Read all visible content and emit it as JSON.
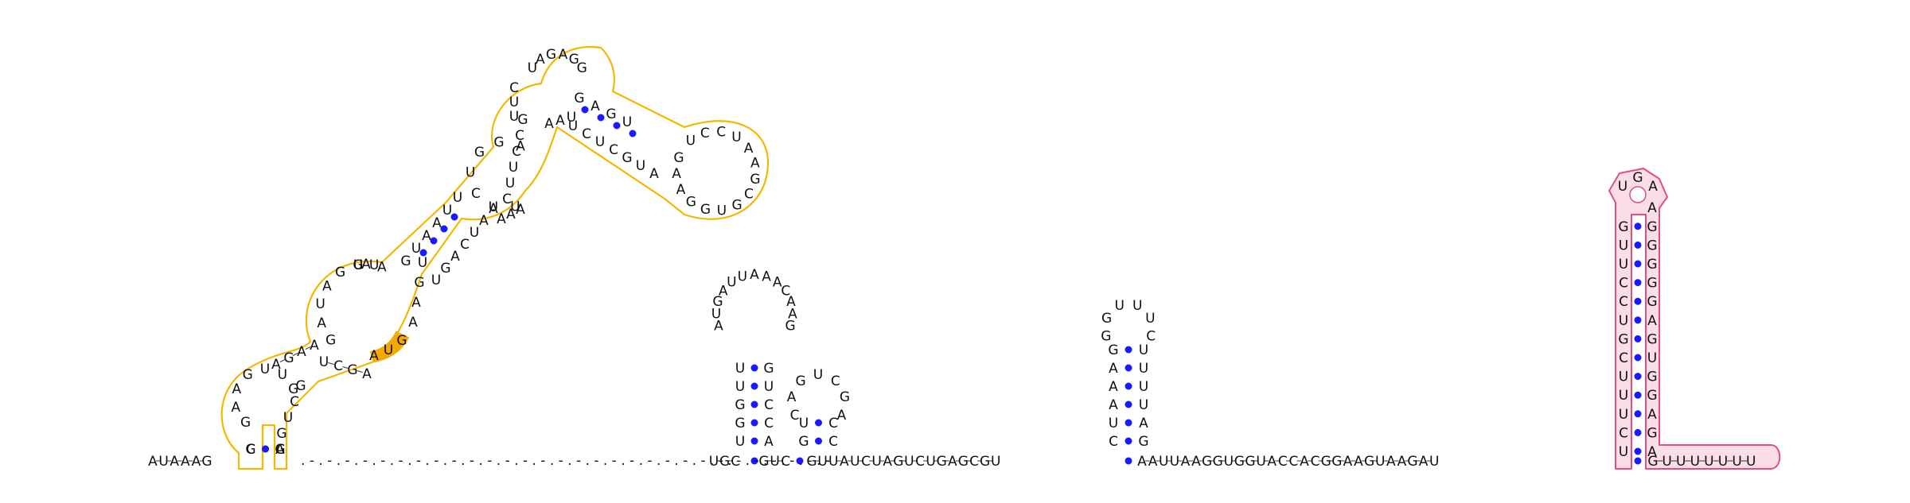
{
  "diagram": {
    "type": "rna-secondary-structure",
    "colors": {
      "pair_dot": "#1a1aff",
      "domain_outline": "#f5b800",
      "domain_highlight": "#f5a800",
      "terminator_outline": "#e0507a",
      "terminator_fill": "#fbdde6",
      "text": "#111111"
    },
    "backbone_5prime": [
      "A",
      "U",
      "A",
      "A",
      "A",
      "G"
    ],
    "unpaired_gap_label": ". - . - . - . - . - . - . - . - . - . - . - . - . - . - . - . - . - . - . - . - . - . - . - . - . - . - . - . - . - . -",
    "linker_1": [
      "U",
      "G",
      "C"
    ],
    "linker_2": [
      "G",
      "U",
      "C"
    ],
    "linker_3": [
      "G",
      "U",
      "U",
      "A",
      "U",
      "C",
      "U",
      "A",
      "G",
      "U",
      "C",
      "U",
      "G",
      "A",
      "G",
      "C",
      "G",
      "U"
    ],
    "linker_4": [
      "A",
      "A",
      "U",
      "U",
      "A",
      "A",
      "G",
      "G",
      "U",
      "G",
      "G",
      "U",
      "A",
      "C",
      "C",
      "A",
      "C",
      "G",
      "G",
      "A",
      "A",
      "G",
      "U",
      "A",
      "A",
      "G",
      "A",
      "U"
    ],
    "tail_3prime": [
      "G",
      "U",
      "U",
      "U",
      "U",
      "U",
      "U",
      "U"
    ],
    "riboswitch_domain": {
      "p1_left": [
        "C",
        "G",
        "A",
        "A",
        "G",
        "G"
      ],
      "p1_loop": [
        "G",
        "U",
        "U",
        "G",
        "A",
        "A",
        "G"
      ],
      "p1_right": [
        "A",
        "G",
        "C",
        "U",
        "G"
      ],
      "j_left": [
        "U",
        "G",
        "A",
        "U",
        "A",
        "G"
      ],
      "highlight": [
        "A",
        "U",
        "G"
      ],
      "p2_left": [
        "G",
        "U",
        "A",
        "A",
        "U",
        "U"
      ],
      "p2_right": [
        "U",
        "G",
        "A",
        "C",
        "U",
        "A",
        "A"
      ],
      "p3_loop": [
        "A",
        "G",
        "G",
        "U",
        "C",
        "U",
        "U"
      ],
      "p4_top": [
        "U",
        "A",
        "G",
        "A",
        "G",
        "G"
      ],
      "p4_stem_left": [
        "G",
        "A",
        "G",
        "U"
      ],
      "p4_stem_right": [
        "C",
        "U",
        "C",
        "G",
        "U",
        "A"
      ],
      "p4_loop": [
        "U",
        "C",
        "C",
        "U",
        "A",
        "A",
        "G",
        "C",
        "G",
        "U",
        "G",
        "G",
        "A",
        "A",
        "G"
      ],
      "inner": [
        "A",
        "A",
        "U",
        "C",
        "G",
        "U",
        "C",
        "A",
        "A",
        "A"
      ]
    },
    "hairpin_1": {
      "stem_left": [
        "U",
        "G",
        "G",
        "U",
        "U"
      ],
      "stem_right": [
        "A",
        "C",
        "C",
        "U",
        "G"
      ],
      "loop": [
        "G",
        "A",
        "A",
        "C",
        "A",
        "A",
        "A",
        "U",
        "U",
        "A",
        "G",
        "U",
        "A"
      ]
    },
    "hairpin_2": {
      "stem_left": [
        "G",
        "U"
      ],
      "stem_right": [
        "C",
        "C"
      ],
      "loop": [
        "A",
        "G",
        "C",
        "U",
        "G",
        "A",
        "C"
      ]
    },
    "hairpin_3": {
      "stem_left": [
        "C",
        "U",
        "A",
        "A",
        "A",
        "G"
      ],
      "stem_right": [
        "G",
        "A",
        "U",
        "U",
        "U",
        "U"
      ],
      "loop": [
        "C",
        "U",
        "U",
        "U",
        "G",
        "G"
      ]
    },
    "terminator": {
      "stem_left": [
        "U",
        "C",
        "U",
        "U",
        "U",
        "C",
        "G",
        "U",
        "C",
        "C",
        "U",
        "U",
        "G"
      ],
      "stem_right": [
        "A",
        "G",
        "A",
        "G",
        "G",
        "U",
        "G",
        "A",
        "G",
        "G",
        "G",
        "G",
        "G",
        "A"
      ],
      "loop": [
        "U",
        "G",
        "A"
      ]
    }
  }
}
